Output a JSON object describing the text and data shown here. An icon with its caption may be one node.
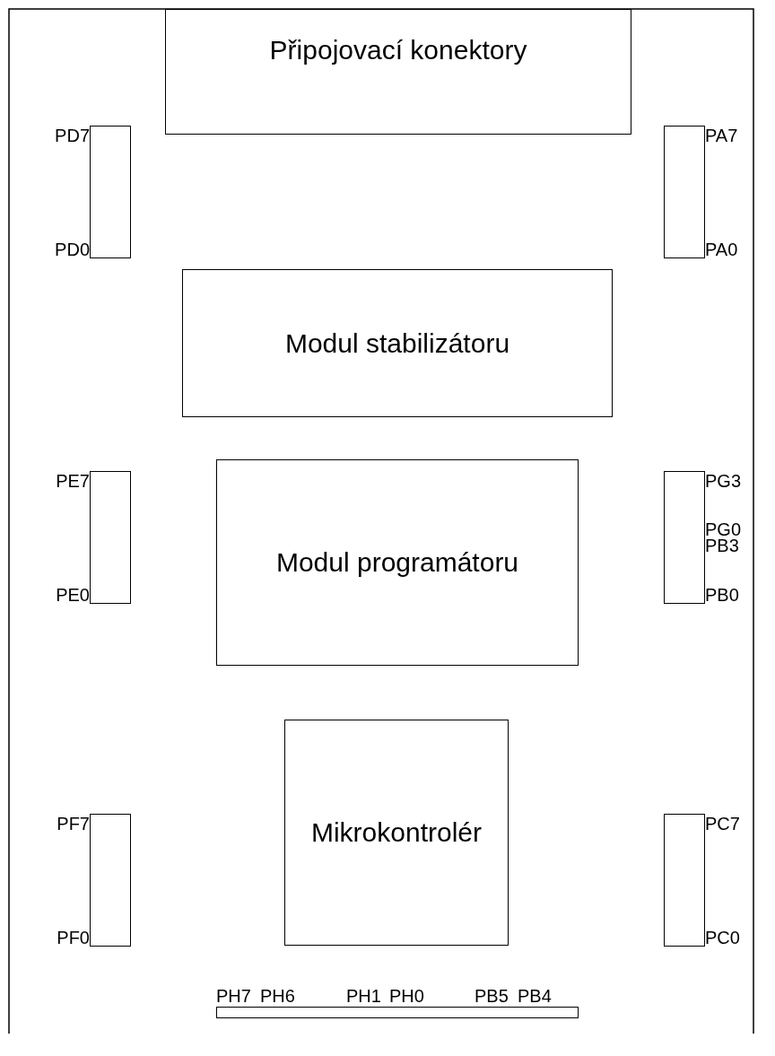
{
  "diagram": {
    "nodes": [
      {
        "text": [
          "Připojovací konektory"
        ]
      },
      {
        "text": [],
        "shape": "bar",
        "beside": [
          "PD7",
          "PD0"
        ]
      },
      {
        "text": [],
        "shape": "bar",
        "beside": [
          "PA7",
          "PA0"
        ]
      },
      {
        "text": [
          "Modul stabilizátoru"
        ]
      },
      {
        "text": [],
        "shape": "bar",
        "beside": [
          "PE7",
          "PE0"
        ]
      },
      {
        "text": [
          "Modul programátoru"
        ]
      },
      {
        "text": [],
        "shape": "bar",
        "beside": [
          "PG3",
          "PG0",
          "PB3",
          "PB0"
        ]
      },
      {
        "text": [],
        "shape": "bar",
        "beside": [
          "PF7",
          "PF0"
        ]
      },
      {
        "text": [
          "Mikrokontrolér"
        ]
      },
      {
        "text": [],
        "shape": "bar",
        "beside": [
          "PC7",
          "PC0"
        ]
      },
      {
        "text": [],
        "shape": "bar",
        "beside": [
          "PH7",
          "PH6",
          "PH1",
          "PH0",
          "PB5",
          "PB4"
        ]
      }
    ]
  }
}
